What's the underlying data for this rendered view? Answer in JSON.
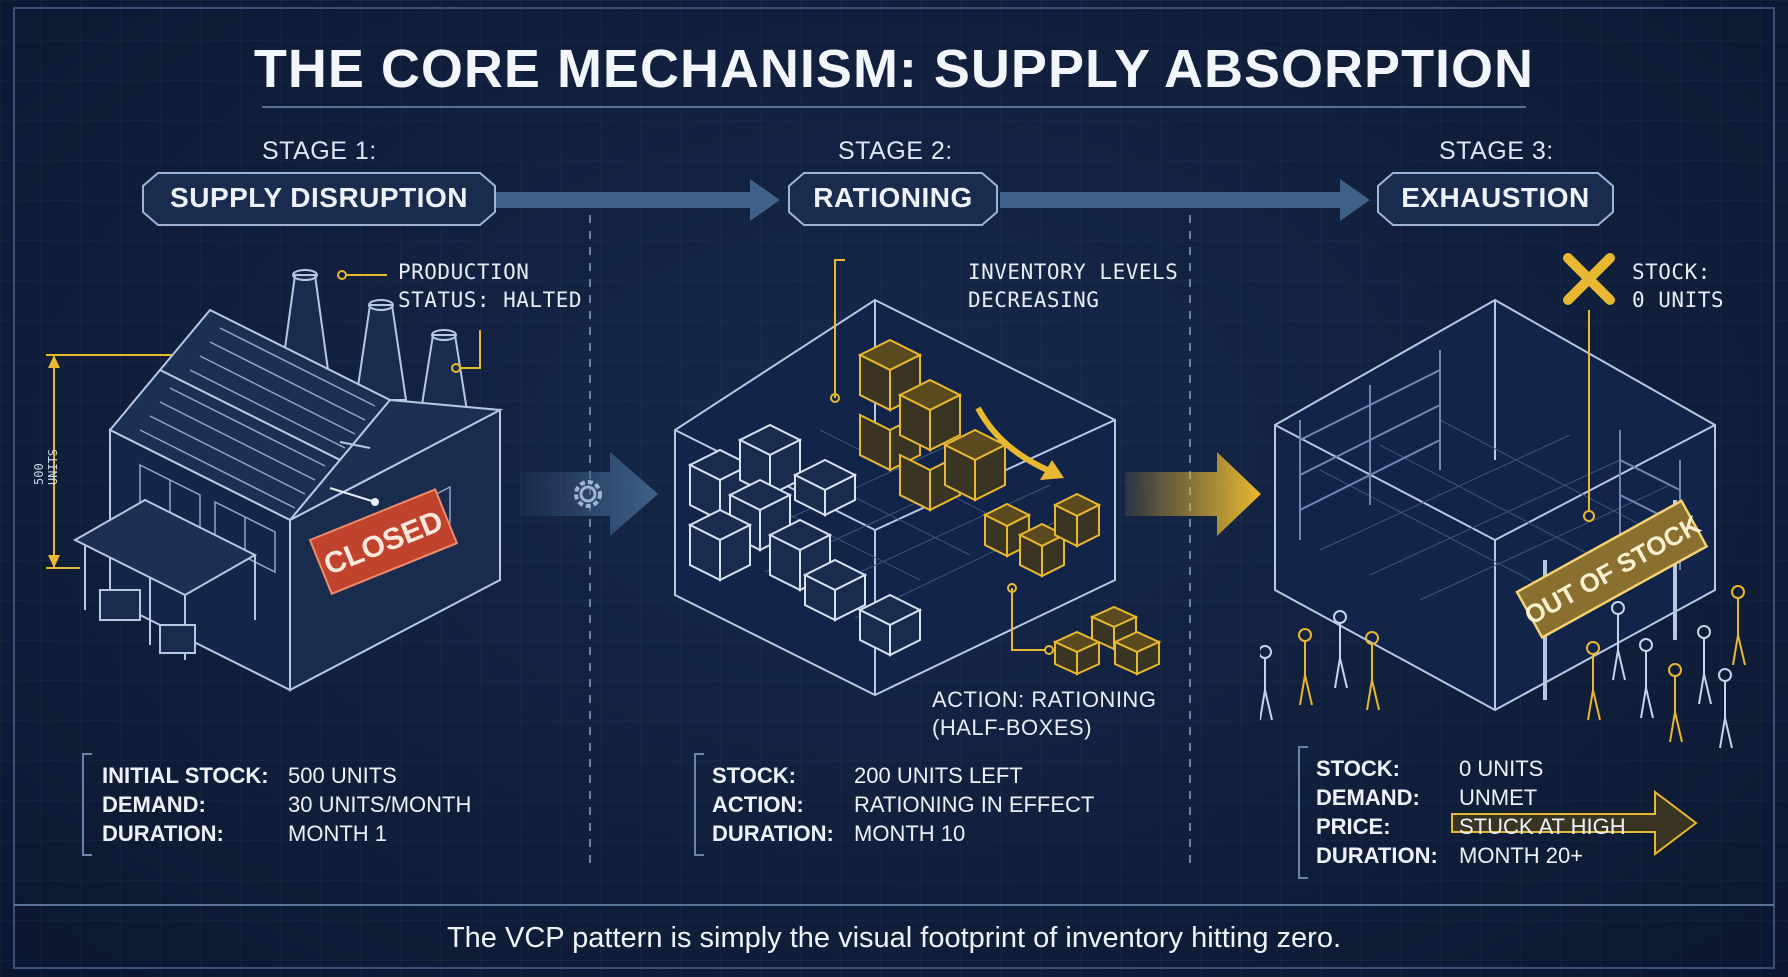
{
  "title": "THE CORE MECHANISM: SUPPLY ABSORPTION",
  "stages": [
    {
      "label": "STAGE 1:",
      "name": "SUPPLY DISRUPTION",
      "callout": [
        "PRODUCTION",
        "STATUS: HALTED"
      ],
      "sign": "CLOSED",
      "axis_label": "500 UNITS",
      "stats": [
        {
          "key": "INITIAL STOCK:",
          "value": "500 UNITS"
        },
        {
          "key": "DEMAND:",
          "value": "30 UNITS/MONTH"
        },
        {
          "key": "DURATION:",
          "value": "MONTH 1"
        }
      ]
    },
    {
      "label": "STAGE 2:",
      "name": "RATIONING",
      "callout": [
        "INVENTORY LEVELS",
        "DECREASING"
      ],
      "callout2": [
        "ACTION: RATIONING",
        "(HALF-BOXES)"
      ],
      "stats": [
        {
          "key": "STOCK:",
          "value": "200 UNITS LEFT"
        },
        {
          "key": "ACTION:",
          "value": "RATIONING IN EFFECT"
        },
        {
          "key": "DURATION:",
          "value": "MONTH 10"
        }
      ]
    },
    {
      "label": "STAGE 3:",
      "name": "EXHAUSTION",
      "callout": [
        "STOCK:",
        "0 UNITS"
      ],
      "sign": "OUT OF STOCK",
      "stats": [
        {
          "key": "STOCK:",
          "value": "0 UNITS"
        },
        {
          "key": "DEMAND:",
          "value": "UNMET"
        },
        {
          "key": "PRICE:",
          "value": "STUCK AT HIGH"
        },
        {
          "key": "DURATION:",
          "value": "MONTH 20+"
        }
      ]
    }
  ],
  "footer": "The VCP pattern is simply the visual footprint of inventory hitting zero.",
  "colors": {
    "background": "#0f1d38",
    "line": "#8ea6cc",
    "accent_gold": "#e8b830",
    "accent_red": "#c0432e",
    "arrow_blue": "#3f6088",
    "text": "#eef2f8"
  },
  "icons": [
    "factory-icon",
    "gear-icon",
    "warehouse-icon",
    "crate-icon",
    "x-mark-icon",
    "person-icon"
  ]
}
